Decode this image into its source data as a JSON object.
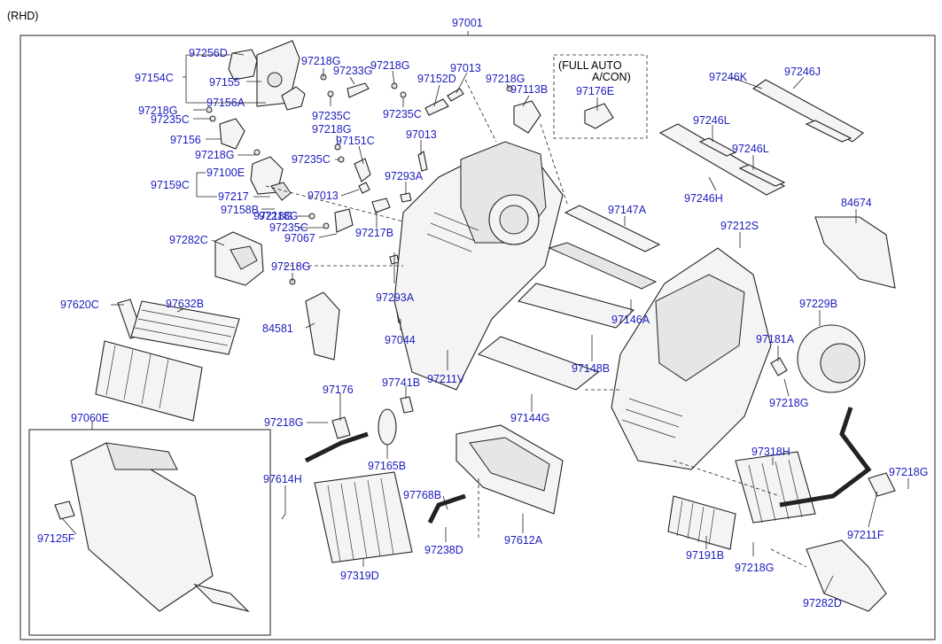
{
  "header": {
    "variant": "(RHD)",
    "assembly": "97001",
    "auto_note_line1": "(FULL AUTO",
    "auto_note_line2": "A/CON)"
  },
  "parts": [
    {
      "id": "p97256D",
      "code": "97256D"
    },
    {
      "id": "p97154C",
      "code": "97154C"
    },
    {
      "id": "p97155",
      "code": "97155"
    },
    {
      "id": "p97156A",
      "code": "97156A"
    },
    {
      "id": "p97218G_a",
      "code": "97218G"
    },
    {
      "id": "p97235C_a",
      "code": "97235C"
    },
    {
      "id": "p97156",
      "code": "97156"
    },
    {
      "id": "p97218G_b",
      "code": "97218G"
    },
    {
      "id": "p97100E",
      "code": "97100E"
    },
    {
      "id": "p97159C",
      "code": "97159C"
    },
    {
      "id": "p97217",
      "code": "97217"
    },
    {
      "id": "p97158B",
      "code": "97158B"
    },
    {
      "id": "p97282C",
      "code": "97282C"
    },
    {
      "id": "p97218G_c",
      "code": "97218G"
    },
    {
      "id": "p97218G_d",
      "code": "97218G"
    },
    {
      "id": "p97233G",
      "code": "97233G"
    },
    {
      "id": "p97235C_b",
      "code": "97235C"
    },
    {
      "id": "p97218G_e",
      "code": "97218G"
    },
    {
      "id": "p97235C_c",
      "code": "97235C"
    },
    {
      "id": "p97151C",
      "code": "97151C"
    },
    {
      "id": "p97013_a",
      "code": "97013"
    },
    {
      "id": "p97218G_f",
      "code": "97218G"
    },
    {
      "id": "p97235C_d",
      "code": "97235C"
    },
    {
      "id": "p97067",
      "code": "97067"
    },
    {
      "id": "p97217B",
      "code": "97217B"
    },
    {
      "id": "p97218G_g",
      "code": "97218G"
    },
    {
      "id": "p97152D",
      "code": "97152D"
    },
    {
      "id": "p97013_b",
      "code": "97013"
    },
    {
      "id": "p97235C_e",
      "code": "97235C"
    },
    {
      "id": "p97013_c",
      "code": "97013"
    },
    {
      "id": "p97218G_h",
      "code": "97218G"
    },
    {
      "id": "p97113B",
      "code": "97113B"
    },
    {
      "id": "p97176E",
      "code": "97176E"
    },
    {
      "id": "p97293A_a",
      "code": "97293A"
    },
    {
      "id": "p97293A_b",
      "code": "97293A"
    },
    {
      "id": "p97218G_i",
      "code": "97218G"
    },
    {
      "id": "p84581",
      "code": "84581"
    },
    {
      "id": "p97044",
      "code": "97044"
    },
    {
      "id": "p97620C",
      "code": "97620C"
    },
    {
      "id": "p97632B",
      "code": "97632B"
    },
    {
      "id": "p97211V",
      "code": "97211V"
    },
    {
      "id": "p97246K",
      "code": "97246K"
    },
    {
      "id": "p97246J",
      "code": "97246J"
    },
    {
      "id": "p97246L_a",
      "code": "97246L"
    },
    {
      "id": "p97246L_b",
      "code": "97246L"
    },
    {
      "id": "p97246H",
      "code": "97246H"
    },
    {
      "id": "p84674",
      "code": "84674"
    },
    {
      "id": "p97147A",
      "code": "97147A"
    },
    {
      "id": "p97212S",
      "code": "97212S"
    },
    {
      "id": "p97146A",
      "code": "97146A"
    },
    {
      "id": "p97148B",
      "code": "97148B"
    },
    {
      "id": "p97144G",
      "code": "97144G"
    },
    {
      "id": "p97229B",
      "code": "97229B"
    },
    {
      "id": "p97181A",
      "code": "97181A"
    },
    {
      "id": "p97218G_j",
      "code": "97218G"
    },
    {
      "id": "p97060E",
      "code": "97060E"
    },
    {
      "id": "p97125F",
      "code": "97125F"
    },
    {
      "id": "p97176",
      "code": "97176"
    },
    {
      "id": "p97741B",
      "code": "97741B"
    },
    {
      "id": "p97218G_k",
      "code": "97218G"
    },
    {
      "id": "p97165B",
      "code": "97165B"
    },
    {
      "id": "p97614H",
      "code": "97614H"
    },
    {
      "id": "p97768B",
      "code": "97768B"
    },
    {
      "id": "p97238D",
      "code": "97238D"
    },
    {
      "id": "p97612A",
      "code": "97612A"
    },
    {
      "id": "p97319D",
      "code": "97319D"
    },
    {
      "id": "p97318H",
      "code": "97318H"
    },
    {
      "id": "p97218G_l",
      "code": "97218G"
    },
    {
      "id": "p97211F",
      "code": "97211F"
    },
    {
      "id": "p97191B",
      "code": "97191B"
    },
    {
      "id": "p97218G_m",
      "code": "97218G"
    },
    {
      "id": "p97282D",
      "code": "97282D"
    }
  ]
}
